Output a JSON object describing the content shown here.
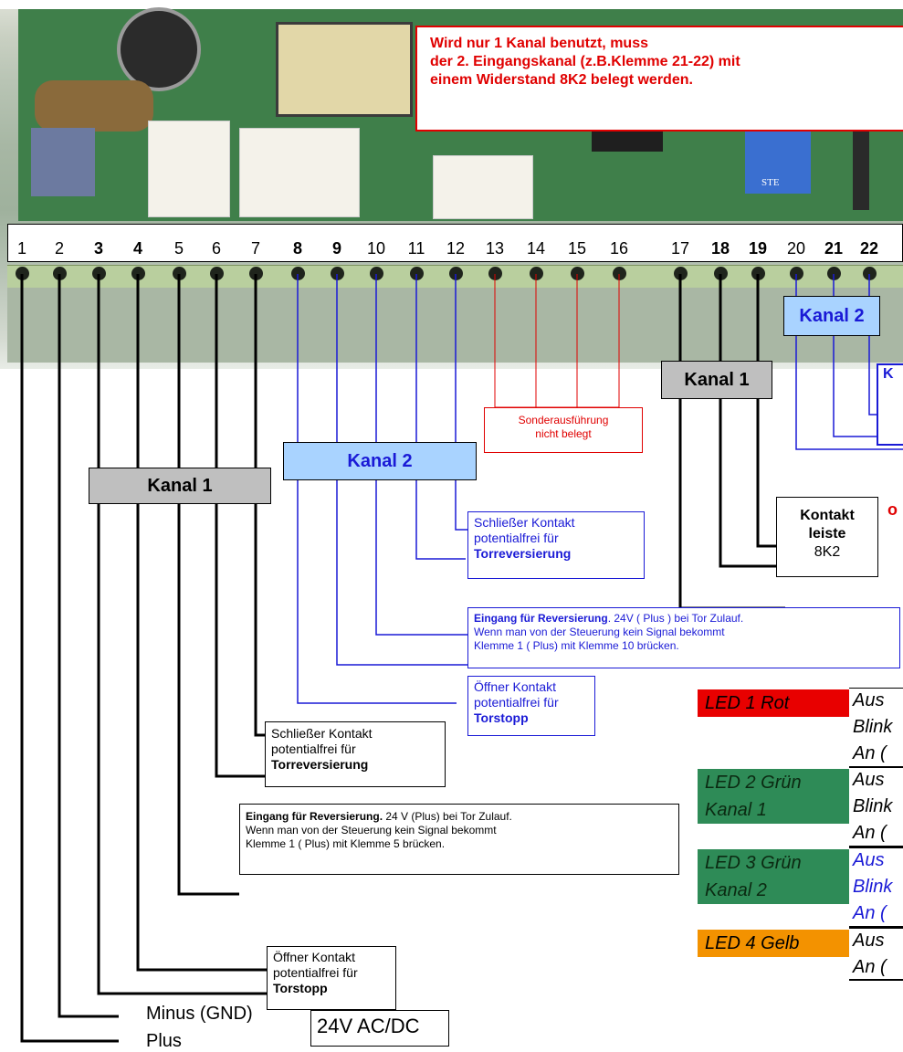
{
  "warning": {
    "line1": "Wird nur 1 Kanal benutzt, muss",
    "line2": "der 2. Eingangskanal  (z.B.Klemme 21-22) mit",
    "line3": "einem  Widerstand 8K2 belegt werden."
  },
  "terminals": [
    "1",
    "2",
    "3",
    "4",
    "5",
    "6",
    "7",
    "8",
    "9",
    "10",
    "11",
    "12",
    "13",
    "14",
    "15",
    "16",
    "17",
    "18",
    "19",
    "20",
    "21",
    "22"
  ],
  "board": {
    "dip_label": "STE"
  },
  "labels": {
    "kanal1_left": "Kanal 1",
    "kanal2_mid": "Kanal 2",
    "kanal2_right": "Kanal 2",
    "kanal1_right": "Kanal 1",
    "kanal_partial": "K",
    "sonder_line1": "Sonderausführung",
    "sonder_line2": "nicht belegt",
    "kontakt_line1": "Kontakt",
    "kontakt_line2": "leiste",
    "kontakt_line3": "8K2",
    "oder_partial": "o",
    "minus": "Minus (GND)",
    "plus": "Plus",
    "voltage": "24V AC/DC"
  },
  "boxes": {
    "k2_schliesser": {
      "line1": "Schließer Kontakt",
      "line2": "potentialfrei  für",
      "bold": "Torreversierung"
    },
    "k2_eingang": {
      "bold": "Eingang für Reversierung",
      "rest": ". 24V ( Plus ) bei Tor Zulauf.",
      "line2": "Wenn man von der Steuerung kein Signal bekommt",
      "line3": "Klemme 1 ( Plus) mit Klemme 10 brücken."
    },
    "k2_oeffner": {
      "line1": "Öffner Kontakt",
      "line2": "potentialfrei für",
      "bold": "Torstopp"
    },
    "k1_schliesser": {
      "line1": "Schließer Kontakt",
      "line2": "potentialfrei  für",
      "bold": "Torreversierung"
    },
    "k1_eingang": {
      "bold": "Eingang für Reversierung.",
      "rest": " 24 V (Plus) bei Tor Zulauf.",
      "line2": "Wenn man von der  Steuerung kein Signal bekommt",
      "line3": "Klemme 1 ( Plus) mit Klemme 5 brücken."
    },
    "k1_oeffner": {
      "line1": "Öffner Kontakt",
      "line2": "potentialfrei für",
      "bold": "Torstopp"
    }
  },
  "leds": [
    {
      "label": "LED 1 Rot",
      "sub": "",
      "states": [
        "Aus",
        "Blink",
        "An  ("
      ],
      "color": "#e80000",
      "text_color": "#000000"
    },
    {
      "label": "LED 2 Grün",
      "sub": "Kanal 1",
      "states": [
        "Aus",
        "Blink",
        "An ("
      ],
      "color": "#2e8b57",
      "text_color": "#000000"
    },
    {
      "label": "LED 3 Grün",
      "sub": "Kanal 2",
      "states": [
        "Aus",
        "Blink",
        "An ("
      ],
      "color": "#2e8b57",
      "text_color": "#1a1ad6"
    },
    {
      "label": "LED 4 Gelb",
      "sub": "",
      "states": [
        "Aus",
        "An ("
      ],
      "color": "#f39200",
      "text_color": "#000000"
    }
  ],
  "colors": {
    "wire_black": "#000000",
    "wire_blue": "#1a1ad6",
    "wire_red": "#e00000",
    "tag_grey": "#bfbfbf",
    "tag_blue": "#a9d3ff"
  }
}
